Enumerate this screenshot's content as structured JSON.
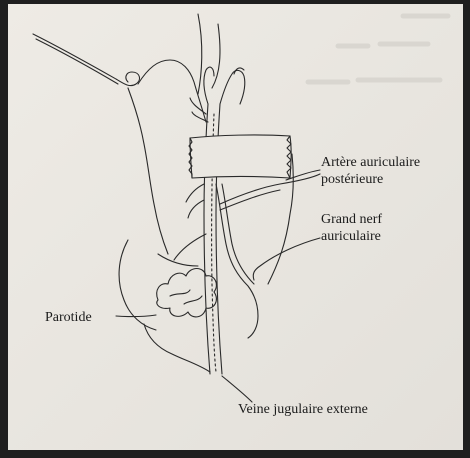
{
  "labels": {
    "artere_line1": "Artère auriculaire",
    "artere_line2": "postérieure",
    "grand_nerf_line1": "Grand nerf",
    "grand_nerf_line2": "auriculaire",
    "parotide": "Parotide",
    "veine": "Veine jugulaire externe"
  },
  "colors": {
    "paper": "#ebe8e2",
    "ink": "#2a2a2a",
    "background": "#1f1f1f"
  }
}
